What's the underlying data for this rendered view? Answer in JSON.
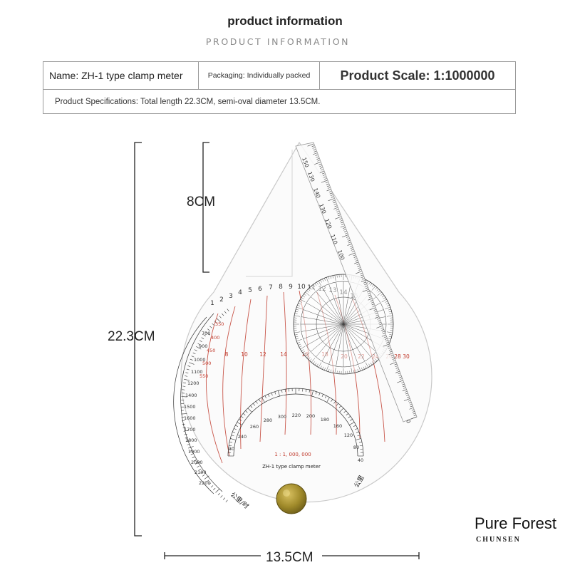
{
  "header": {
    "title": "product information",
    "subtitle": "PRODUCT INFORMATION"
  },
  "specs": {
    "name": "Name: ZH-1 type clamp meter",
    "packaging": "Packaging: Individually packed",
    "scale": "Product Scale: 1:1000000",
    "specifications": "Product Specifications: Total length 22.3CM, semi-oval diameter 13.5CM."
  },
  "dimensions": {
    "total_length": "22.3CM",
    "top_length": "8CM",
    "width": "13.5CM"
  },
  "ruler": {
    "scale_text": "1 : 1, 000, 000",
    "model_text": "ZH-1 type clamp meter",
    "unit_left": "公里/时",
    "unit_right": "公里"
  },
  "brand": {
    "name": "Pure Forest",
    "sub": "CHUNSEN"
  },
  "colors": {
    "scale_red": "#c0392b",
    "ink": "#333333",
    "knob": "#a08a2a"
  }
}
